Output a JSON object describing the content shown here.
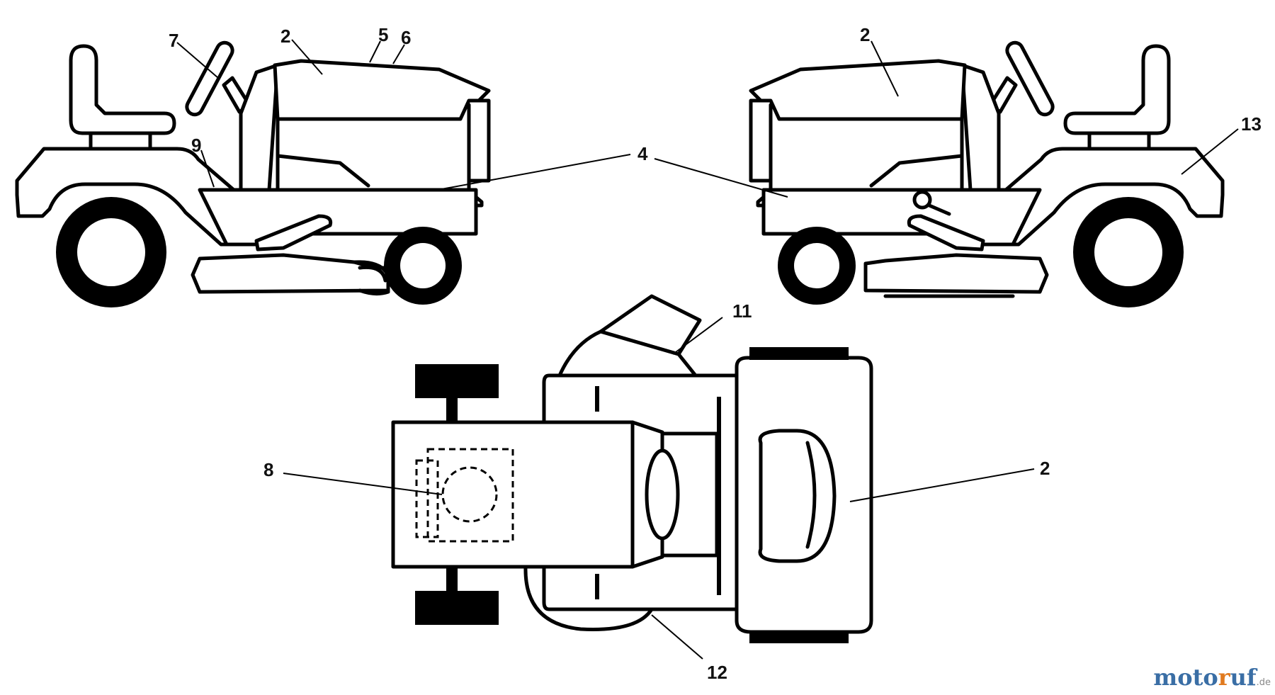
{
  "callouts": {
    "left_2": "2",
    "left_5": "5",
    "left_6": "6",
    "left_7": "7",
    "left_9": "9",
    "center_4": "4",
    "right_2": "2",
    "right_13": "13",
    "top_11": "11",
    "top_8": "8",
    "top_2": "2",
    "top_12": "12"
  },
  "watermark": {
    "part1": "moto",
    "part2": "r",
    "part3": "uf",
    "tld": ".de"
  }
}
